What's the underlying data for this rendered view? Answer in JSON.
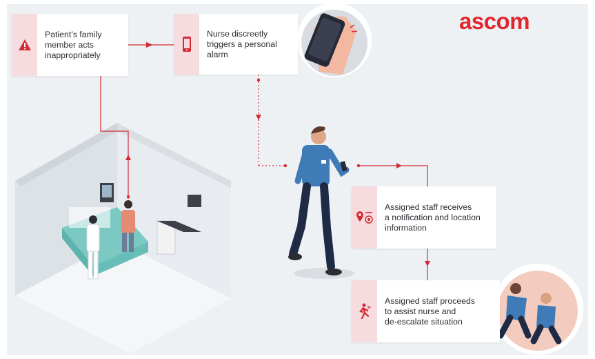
{
  "brand": {
    "name": "ascom",
    "color": "#e3262d"
  },
  "steps": [
    {
      "icon": "warning-triangle-icon",
      "text": "Patient’s family\nmember acts\ninappropriately"
    },
    {
      "icon": "mobile-phone-icon",
      "text": "Nurse discreetly\ntriggers a personal\nalarm"
    },
    {
      "icon": "location-notification-icon",
      "text": "Assigned staff receives\na notification and location\ninformation"
    },
    {
      "icon": "running-person-icon",
      "text": "Assigned staff proceeds\nto assist nurse and\nde-escalate situation"
    }
  ],
  "colors": {
    "accent": "#d42a33",
    "icon_bg": "#f6dcdf",
    "background": "#eef1f4"
  }
}
